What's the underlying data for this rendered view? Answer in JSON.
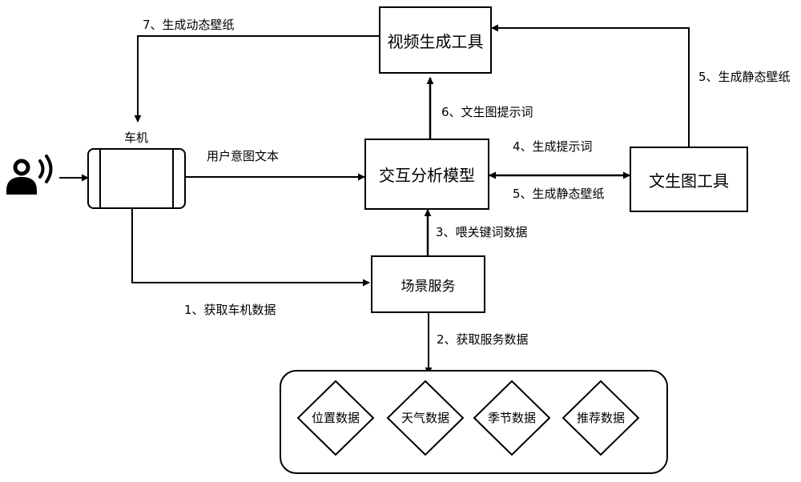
{
  "nodes": {
    "video_tool": "视频生成工具",
    "interaction_model": "交互分析模型",
    "text_to_image_tool": "文生图工具",
    "scene_service": "场景服务",
    "car": "车机"
  },
  "edges": {
    "generate_dynamic_wallpaper": "7、生成动态壁纸",
    "generate_static_wallpaper_top": "5、生成静态壁纸",
    "text_to_image_prompt": "6、文生图提示词",
    "generate_prompt": "4、生成提示词",
    "generate_static_wallpaper": "5、生成静态壁纸",
    "user_intent_text": "用户意图文本",
    "feed_keyword_data": "3、喂关键词数据",
    "get_car_data": "1、获取车机数据",
    "get_service_data": "2、获取服务数据"
  },
  "data_types": [
    "位置数据",
    "天气数据",
    "季节数据",
    "推荐数据"
  ],
  "icons": {
    "user_voice": "user-voice-icon"
  }
}
